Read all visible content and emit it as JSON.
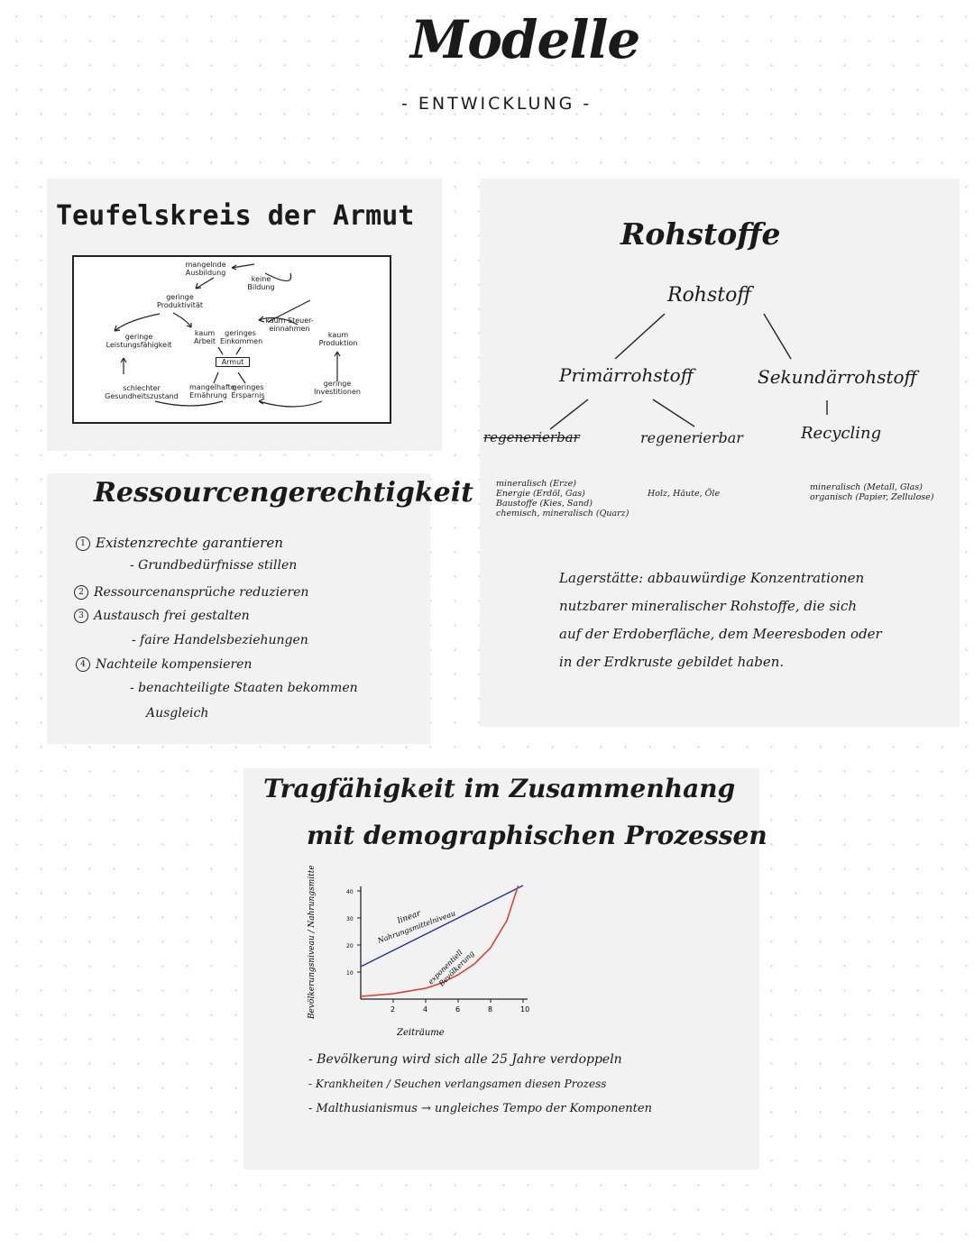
{
  "header": {
    "title": "Modelle",
    "subtitle": "- ENTWICKLUNG -"
  },
  "teufelskreis": {
    "title": "Teufelskreis der Armut",
    "nodes": {
      "mangelnde_ausbildung": "mangelnde Ausbildung",
      "keine_bildung": "keine Bildung",
      "geringe_produktivitaet": "geringe Produktivität",
      "geringe_leistungsfaehigkeit": "geringe Leistungsfähigkeit",
      "kaum_arbeit": "kaum Arbeit",
      "geringes_einkommen": "geringes Einkommen",
      "kaum_steuereinnahmen": "kaum Steuer-einnahmen",
      "kaum_produktion": "kaum Produktion",
      "armut": "Armut",
      "schlechter_gesundheitszustand": "schlechter Gesundheitszustand",
      "mangelhafte_ernaehrung": "mangelhafte Ernährung",
      "geringes_ersparnis": "geringes Ersparnis",
      "geringe_investitionen": "geringe Investitionen"
    }
  },
  "ressourcen": {
    "title": "Ressourcengerechtigkeit",
    "items": [
      {
        "num": "1",
        "text": "Existenzrechte garantieren",
        "sub": "- Grundbedürfnisse stillen"
      },
      {
        "num": "2",
        "text": "Ressourcenansprüche reduzieren",
        "sub": ""
      },
      {
        "num": "3",
        "text": "Austausch frei gestalten",
        "sub": "- faire Handelsbeziehungen"
      },
      {
        "num": "4",
        "text": "Nachteile kompensieren",
        "sub": "- benachteiligte Staaten bekommen",
        "sub2": "Ausgleich"
      }
    ]
  },
  "rohstoffe": {
    "title": "Rohstoffe",
    "root": "Rohstoff",
    "primaer": "Primärrohstoff",
    "sekundaer": "Sekundärrohstoff",
    "nicht_regenerierbar": "regenerierbar",
    "regenerierbar": "regenerierbar",
    "recycling": "Recycling",
    "list_nicht_regenerierbar": [
      "mineralisch (Erze)",
      "Energie (Erdöl, Gas)",
      "Baustoffe (Kies, Sand)",
      "chemisch, mineralisch (Quarz)"
    ],
    "list_regenerierbar": "Holz, Häute, Öle",
    "list_recycling": [
      "mineralisch (Metall, Glas)",
      "organisch (Papier, Zellulose)"
    ],
    "definition": [
      "Lagerstätte: abbauwürdige Konzentrationen",
      "nutzbarer mineralischer Rohstoffe, die sich",
      "auf der Erdoberfläche, dem Meeresboden oder",
      "in der Erdkruste gebildet haben."
    ]
  },
  "tragfaehigkeit": {
    "title_line1": "Tragfähigkeit im Zusammenhang",
    "title_line2": "mit demographischen Prozessen",
    "notes": [
      "- Bevölkerung wird sich alle 25 Jahre verdoppeln",
      "- Krankheiten / Seuchen verlangsamen diesen Prozess",
      "- Malthusianismus → ungleiches Tempo der Komponenten"
    ]
  },
  "chart_data": {
    "type": "line",
    "xlabel": "Zeiträume",
    "ylabel": "Bevölkerungsniveau / Nahrungsmittelniveau",
    "x_ticks": [
      "2",
      "4",
      "6",
      "8",
      "10"
    ],
    "y_ticks": [
      "10",
      "20",
      "30",
      "40"
    ],
    "xlim": [
      0,
      10
    ],
    "ylim": [
      0,
      40
    ],
    "series": [
      {
        "name": "linear Nahrungsmittelniveau",
        "color": "#2333b5",
        "x": [
          0,
          2,
          4,
          6,
          8,
          10
        ],
        "y": [
          12,
          18,
          24,
          30,
          36,
          42
        ]
      },
      {
        "name": "exponentiell Bevölkerung",
        "color": "#e0392b",
        "x": [
          0,
          2,
          4,
          5,
          6,
          7,
          8,
          9,
          9.7
        ],
        "y": [
          1,
          2,
          4,
          6,
          9,
          13,
          19,
          29,
          42
        ]
      }
    ]
  }
}
